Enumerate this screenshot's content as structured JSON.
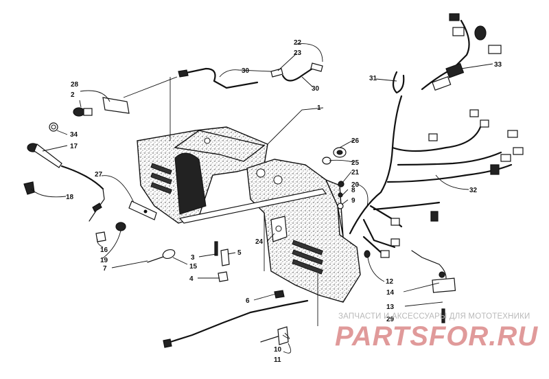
{
  "callouts": [
    {
      "id": "c1",
      "label": "1"
    },
    {
      "id": "c2",
      "label": "2"
    },
    {
      "id": "c3",
      "label": "3"
    },
    {
      "id": "c4",
      "label": "4"
    },
    {
      "id": "c5",
      "label": "5"
    },
    {
      "id": "c6",
      "label": "6"
    },
    {
      "id": "c7",
      "label": "7"
    },
    {
      "id": "c8",
      "label": "8"
    },
    {
      "id": "c9",
      "label": "9"
    },
    {
      "id": "c10",
      "label": "10"
    },
    {
      "id": "c11",
      "label": "11"
    },
    {
      "id": "c12",
      "label": "12"
    },
    {
      "id": "c13",
      "label": "13"
    },
    {
      "id": "c14",
      "label": "14"
    },
    {
      "id": "c15",
      "label": "15"
    },
    {
      "id": "c16",
      "label": "16"
    },
    {
      "id": "c17",
      "label": "17"
    },
    {
      "id": "c18",
      "label": "18"
    },
    {
      "id": "c19",
      "label": "19"
    },
    {
      "id": "c20",
      "label": "20"
    },
    {
      "id": "c21",
      "label": "21"
    },
    {
      "id": "c22",
      "label": "22"
    },
    {
      "id": "c23",
      "label": "23"
    },
    {
      "id": "c24",
      "label": "24"
    },
    {
      "id": "c25",
      "label": "25"
    },
    {
      "id": "c26",
      "label": "26"
    },
    {
      "id": "c27",
      "label": "27"
    },
    {
      "id": "c28",
      "label": "28"
    },
    {
      "id": "c29",
      "label": "29"
    },
    {
      "id": "c30a",
      "label": "30"
    },
    {
      "id": "c30b",
      "label": "30"
    },
    {
      "id": "c31",
      "label": "31"
    },
    {
      "id": "c32",
      "label": "32"
    },
    {
      "id": "c33",
      "label": "33"
    },
    {
      "id": "c34",
      "label": "34"
    }
  ],
  "watermark": {
    "tagline": "ЗАПЧАСТИ И АКСЕССУАРЫ ДЛЯ МОТОТЕХНИКИ",
    "brand": "PARTSFOR.RU",
    "brand_color": "#d67878",
    "tagline_color": "#b9b9b9"
  }
}
